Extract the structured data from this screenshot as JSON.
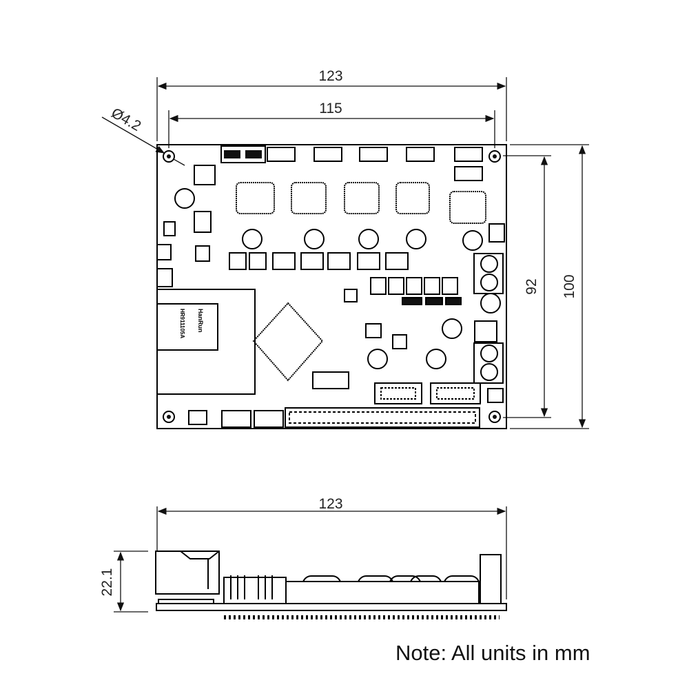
{
  "top_view": {
    "width_overall": "123",
    "hole_spacing_x": "115",
    "hole_diameter": "Ø4.2",
    "hole_spacing_y": "92",
    "height_overall": "100",
    "jack_brand": "HanRun",
    "jack_part": "HR911105A"
  },
  "side_view": {
    "width_overall": "123",
    "height_overall": "22.1"
  },
  "note": "Note: All units in mm"
}
